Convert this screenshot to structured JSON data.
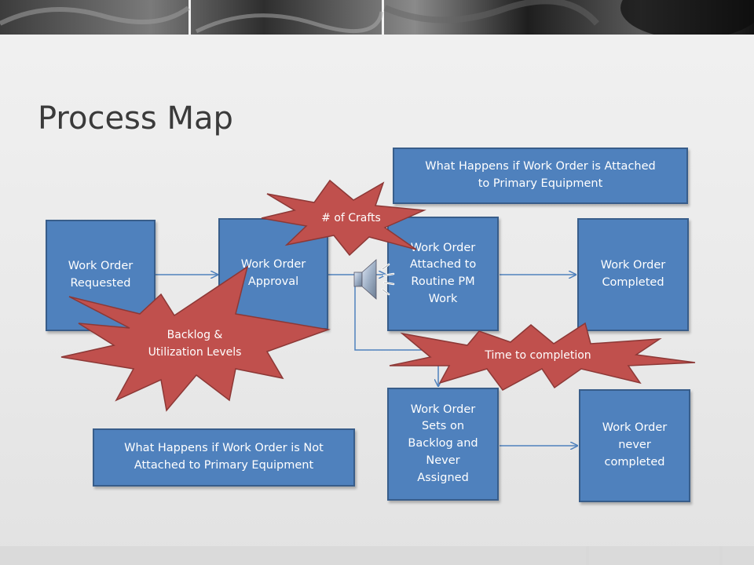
{
  "slide": {
    "title": "Process Map"
  },
  "boxes": {
    "requested": "Work Order\nRequested",
    "approval": "Work Order\nApproval",
    "attached_routine": "Work Order\nAttached to\nRoutine PM\nWork",
    "completed": "Work Order\nCompleted",
    "backlog": "Work Order\nSets on\nBacklog  and\nNever\nAssigned",
    "never_completed": "Work Order\nnever\ncompleted",
    "attached_primary": "What Happens if Work Order is Attached\nto Primary Equipment",
    "not_attached_primary": "What Happens if Work Order is Not\nAttached to Primary Equipment"
  },
  "bursts": {
    "crafts": "# of Crafts",
    "backlog_util": "Backlog &\nUtilization Levels",
    "time_completion": "Time to completion"
  },
  "icons": {
    "audio": "speaker-icon"
  },
  "colors": {
    "box_fill": "#4f81bd",
    "box_border": "#385d8a",
    "burst_fill": "#c0504d",
    "burst_border": "#8c3836",
    "connector": "#4f81bd",
    "title": "#3a3a3a"
  }
}
